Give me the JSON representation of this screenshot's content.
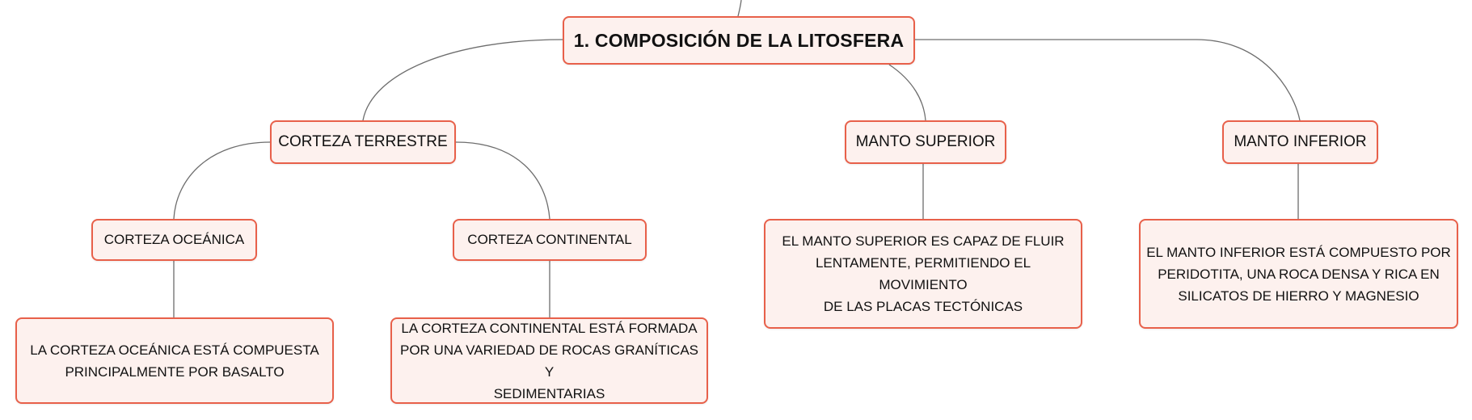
{
  "diagram": {
    "root": {
      "label": "1. COMPOSICIÓN DE LA LITOSFERA"
    },
    "corteza_terrestre": {
      "label": "CORTEZA TERRESTRE"
    },
    "manto_superior": {
      "label": "MANTO SUPERIOR",
      "detail": [
        "EL MANTO SUPERIOR ES CAPAZ DE FLUIR",
        "LENTAMENTE, PERMITIENDO EL MOVIMIENTO",
        "DE LAS PLACAS TECTÓNICAS"
      ]
    },
    "manto_inferior": {
      "label": "MANTO INFERIOR",
      "detail": [
        "EL MANTO INFERIOR ESTÁ COMPUESTO POR",
        "PERIDOTITA, UNA ROCA DENSA Y RICA EN",
        "SILICATOS DE HIERRO Y MAGNESIO"
      ]
    },
    "corteza_oceanica": {
      "label": "CORTEZA OCEÁNICA",
      "detail": [
        "LA CORTEZA OCEÁNICA ESTÁ COMPUESTA",
        "PRINCIPALMENTE POR BASALTO"
      ]
    },
    "corteza_continental": {
      "label": "CORTEZA CONTINENTAL",
      "detail": [
        "LA CORTEZA CONTINENTAL ESTÁ FORMADA",
        "POR UNA VARIEDAD DE ROCAS GRANÍTICAS Y",
        "SEDIMENTARIAS"
      ]
    }
  },
  "colors": {
    "node_border": "#e8604a",
    "node_fill": "#fdf1ee",
    "connector": "#6d6d6d",
    "text": "#111111"
  }
}
